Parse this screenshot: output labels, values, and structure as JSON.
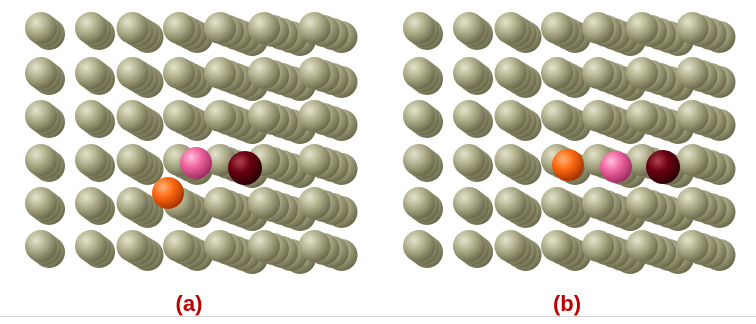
{
  "panels": [
    {
      "id": "a",
      "caption": "(a)"
    },
    {
      "id": "b",
      "caption": "(b)"
    }
  ],
  "colors": {
    "caption": "#c00000",
    "lattice_atom_light": "#dcdcc0",
    "lattice_atom_mid": "#a9a884",
    "lattice_atom_dark": "#6c6b4c",
    "orange_atom": "#ff6a12",
    "pink_atom": "#f065a0",
    "maroon_atom": "#6a0010"
  },
  "highlighted_atoms": [
    "orange-atom",
    "pink-atom",
    "maroon-atom"
  ]
}
